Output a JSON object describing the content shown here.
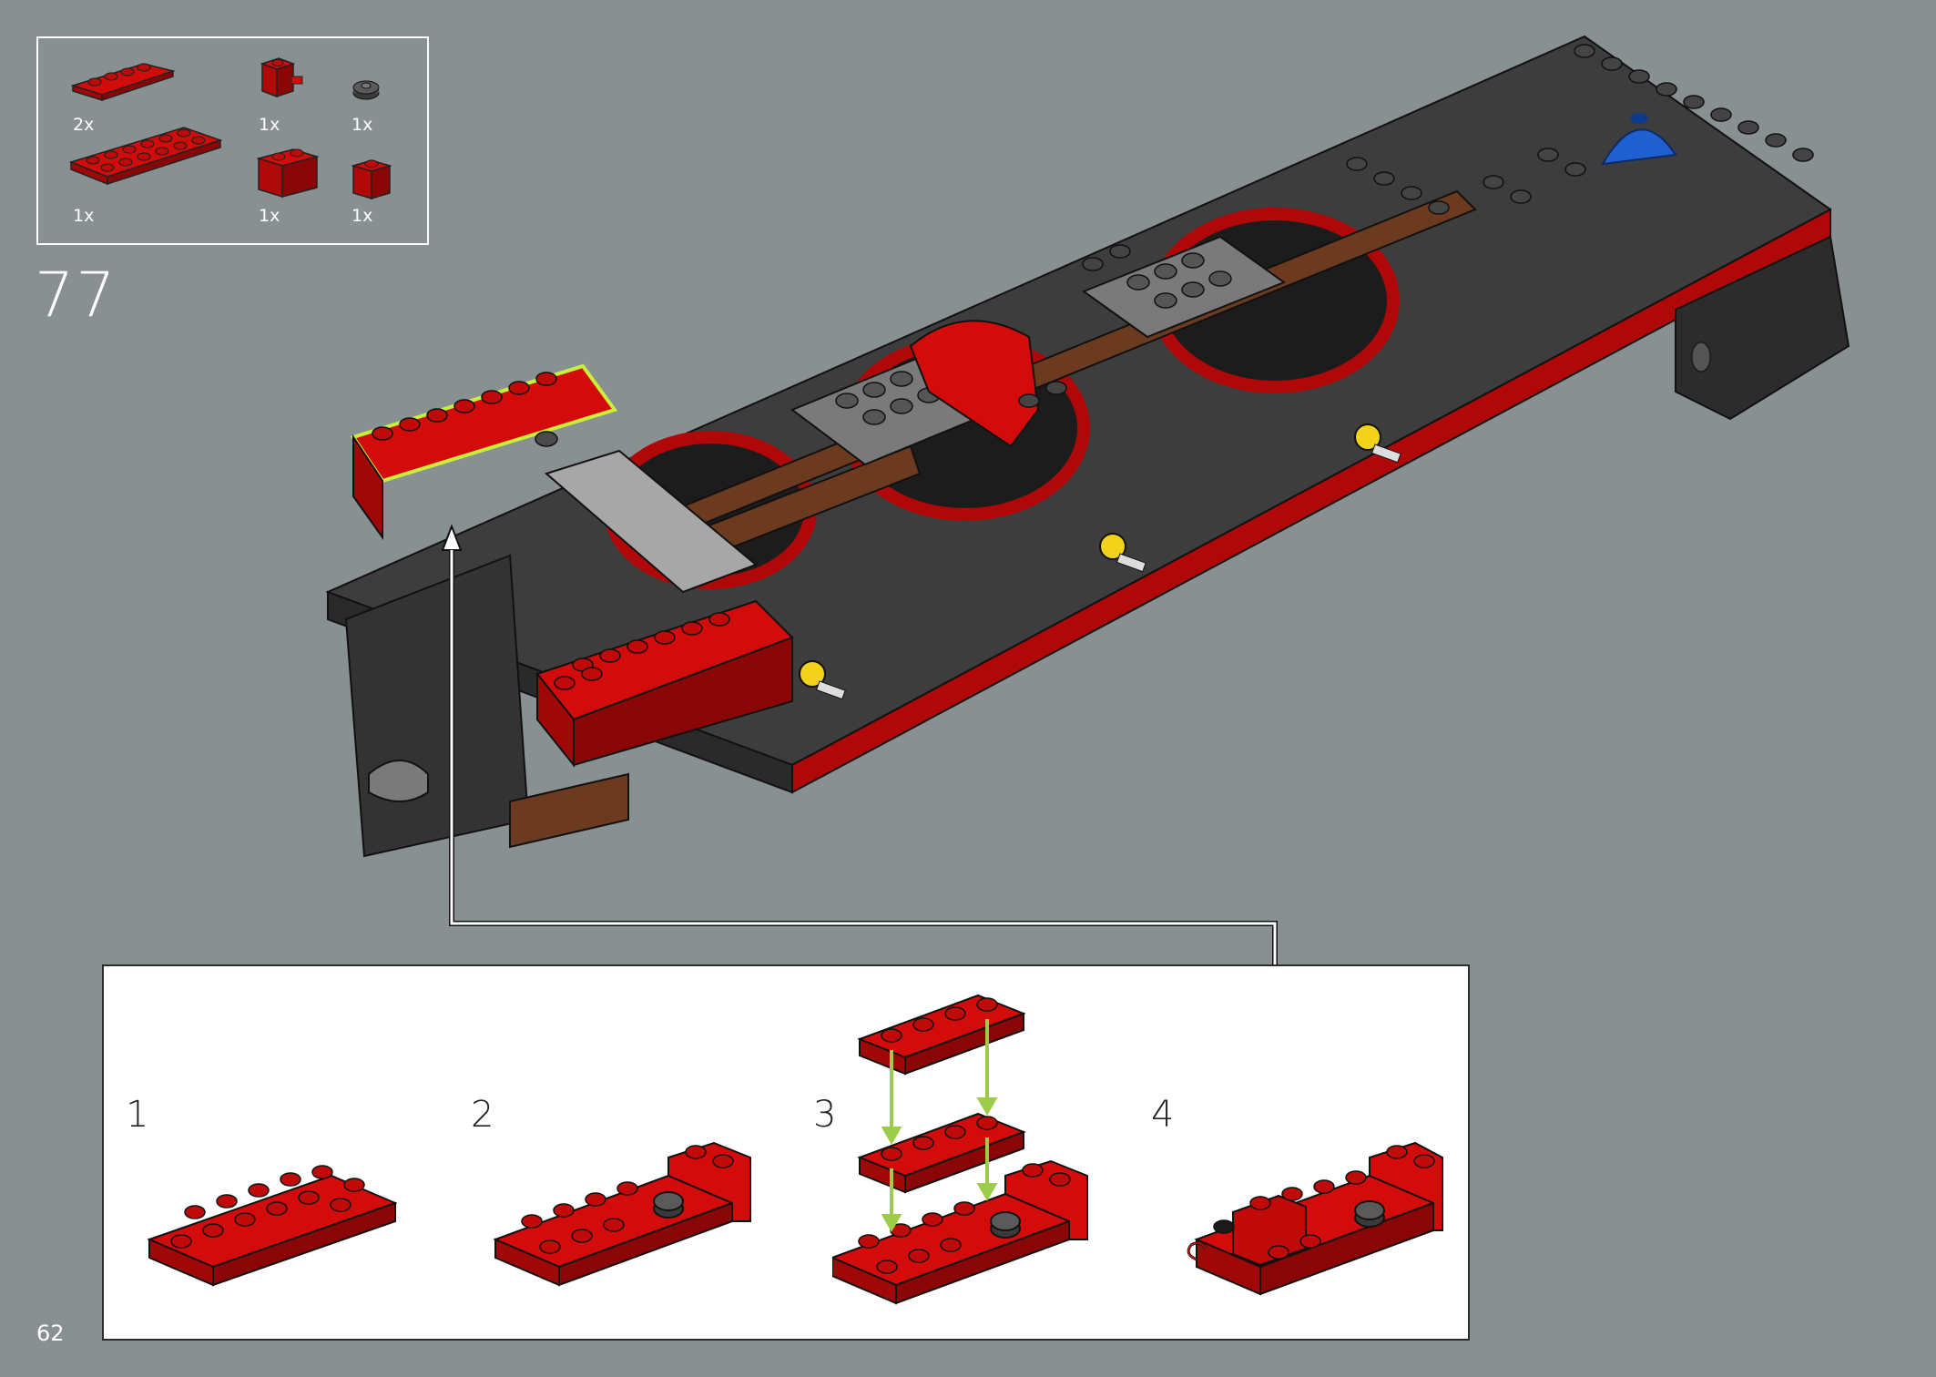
{
  "page": {
    "page_number": "62",
    "step_number": "77"
  },
  "parts_list": {
    "items": [
      {
        "part": "red-plate-1x4",
        "color": "#d40b0b",
        "qty": "2x"
      },
      {
        "part": "red-brick-1x1-with-clip",
        "color": "#d40b0b",
        "qty": "1x"
      },
      {
        "part": "dark-gray-tile-round-1x1-with-bar",
        "color": "#4a4a4a",
        "qty": "1x"
      },
      {
        "part": "red-plate-2x6",
        "color": "#d40b0b",
        "qty": "1x"
      },
      {
        "part": "red-brick-1x2",
        "color": "#d40b0b",
        "qty": "1x"
      },
      {
        "part": "red-brick-1x1",
        "color": "#d40b0b",
        "qty": "1x"
      }
    ]
  },
  "substeps": [
    {
      "label": "1"
    },
    {
      "label": "2"
    },
    {
      "label": "3"
    },
    {
      "label": "4"
    }
  ],
  "colors": {
    "background": "#899092",
    "brick_red": "#d40b0b",
    "dark_gray": "#3d3d3d",
    "light_gray": "#8a8a8a",
    "brown": "#5a2e1a",
    "blue": "#1f5fd0",
    "highlight_green": "#c6f03a",
    "arrow_green": "#9ccc4a"
  }
}
